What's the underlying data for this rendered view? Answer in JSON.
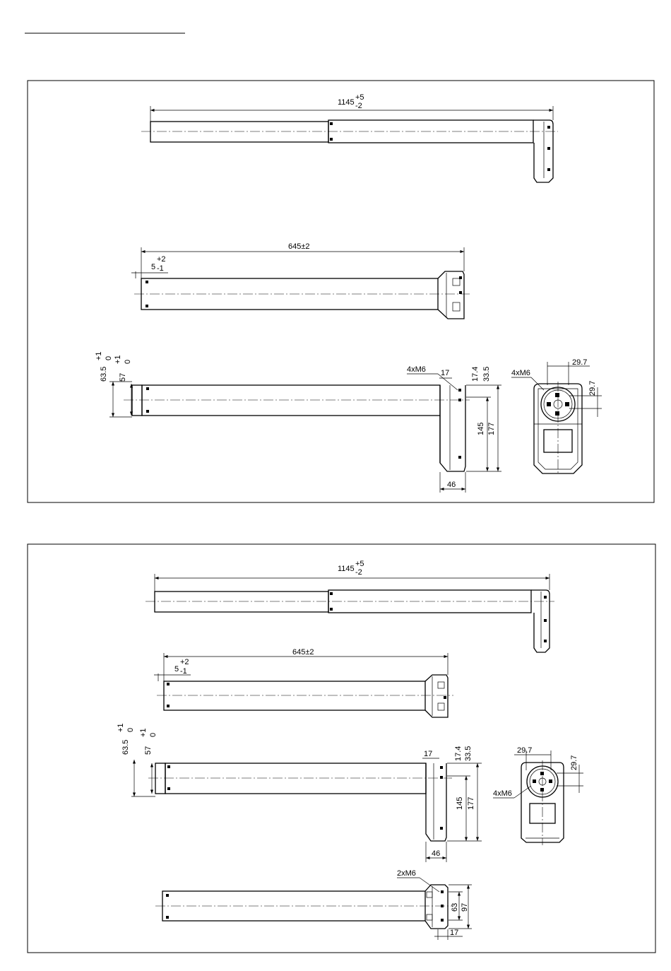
{
  "panel1": {
    "view_top": {
      "overall_length": "1145",
      "tol_plus": "+5",
      "tol_minus": "-2"
    },
    "view_side": {
      "length": "645±2",
      "offset_base": "5",
      "offset_plus": "+2",
      "offset_minus": "-1"
    },
    "view_section": {
      "outer_dia": "63.5",
      "outer_plus": "+1",
      "outer_minus": "0",
      "inner_dia": "57",
      "inner_plus": "+1",
      "inner_minus": "0",
      "thread_label": "4xM6",
      "d17": "17",
      "d17_4": "17.4",
      "d33_5": "33.5",
      "d145": "145",
      "d177": "177",
      "d46": "46"
    },
    "view_end": {
      "thread_label": "4xM6",
      "d29_7_h": "29.7",
      "d29_7_v": "29.7"
    }
  },
  "panel2": {
    "view_top": {
      "overall_length": "1145",
      "tol_plus": "+5",
      "tol_minus": "-2"
    },
    "view_side": {
      "length": "645±2",
      "offset_base": "5",
      "offset_plus": "+2",
      "offset_minus": "-1"
    },
    "view_section": {
      "outer_dia": "63.5",
      "outer_plus": "+1",
      "outer_minus": "0",
      "inner_dia": "57",
      "inner_plus": "+1",
      "inner_minus": "0",
      "d17": "17",
      "d17_4": "17.4",
      "d33_5": "33.5",
      "d145": "145",
      "d177": "177",
      "d46": "46"
    },
    "view_end": {
      "thread_label": "4xM6",
      "d29_7_h": "29.7",
      "d29_7_v": "29.7"
    },
    "view_bottom": {
      "thread_label": "2xM6",
      "d63": "63",
      "d97": "97",
      "d17": "17"
    }
  }
}
